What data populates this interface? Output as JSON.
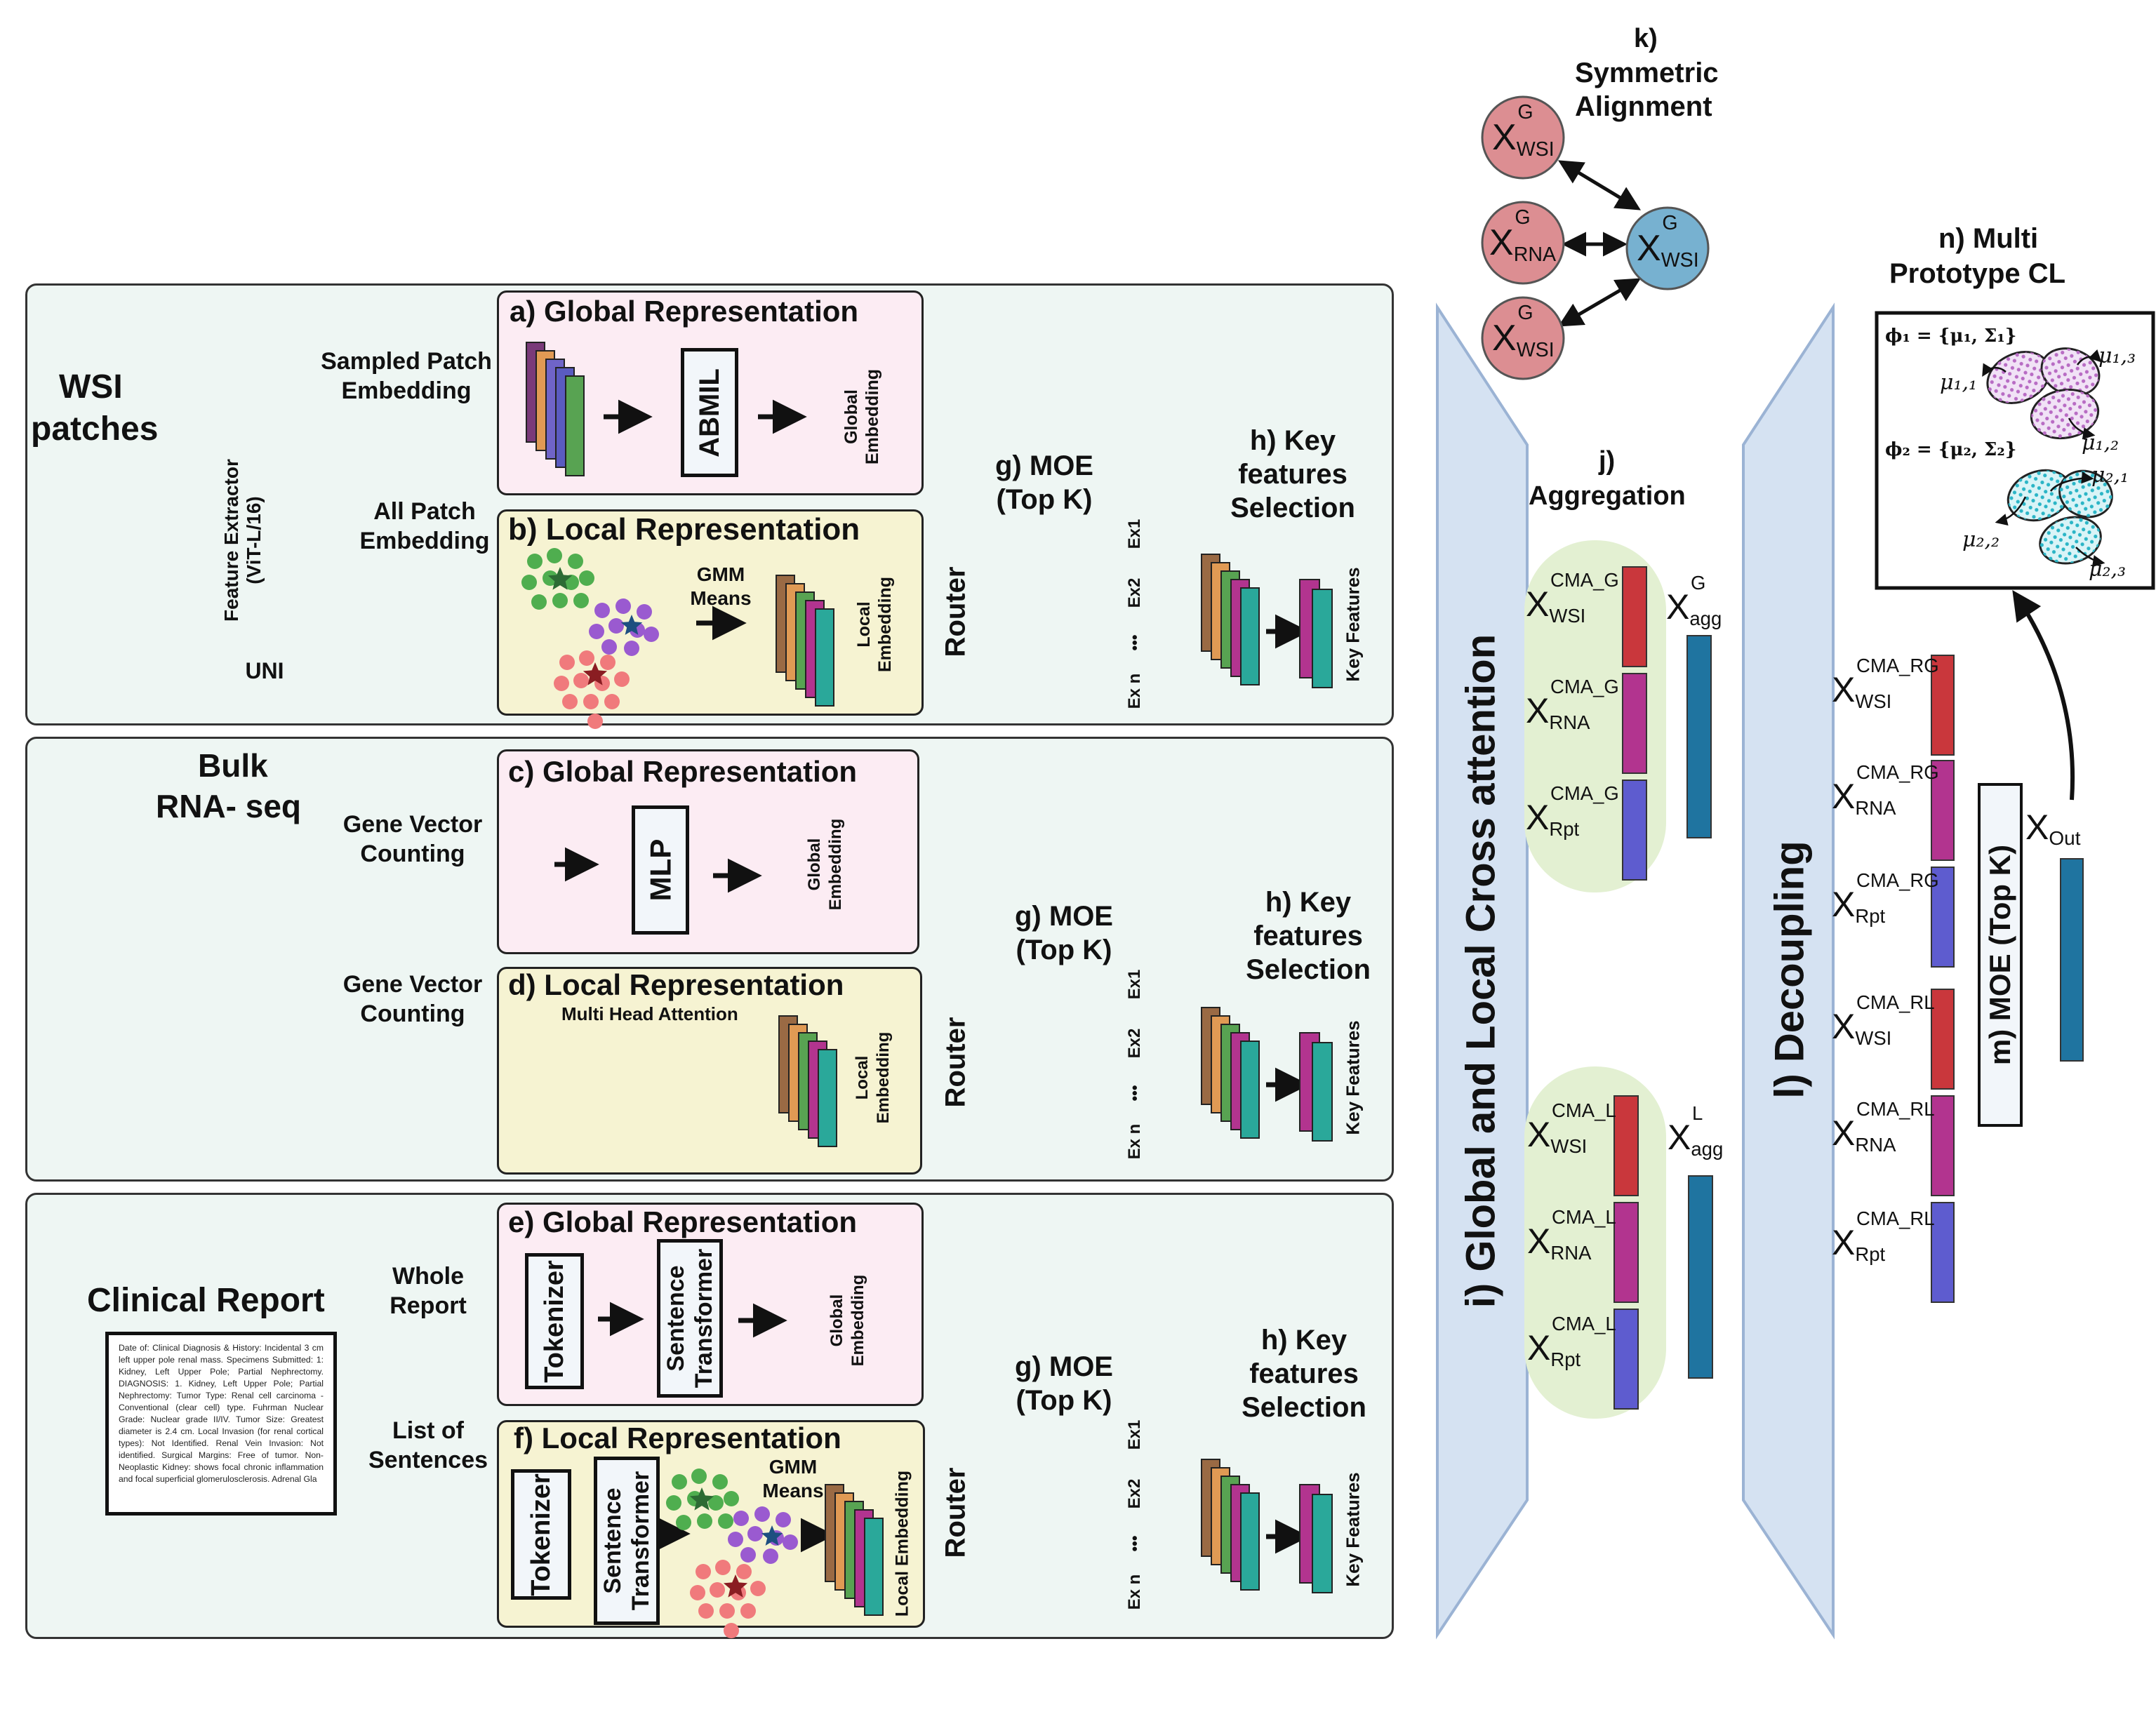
{
  "colors": {
    "panel_bg": "#eef6f3",
    "pink_box": "#fcecf3",
    "yellow_box": "#f6f3d2",
    "red_bar": "#c9373c",
    "magenta_bar": "#b2348f",
    "blue_bar": "#5e5ccf",
    "teal_bar": "#1f74a0",
    "trapezoid": "#d5e2f2",
    "node_red": "#dc8e92",
    "node_blue": "#77b1d0"
  },
  "icons": [
    "black-right-arrow-icon",
    "padlock-icon",
    "star-icon",
    "curved-arrow-icon"
  ],
  "wsi": {
    "title_1": "WSI",
    "title_2": "patches",
    "extractor_1": "Feature Extractor",
    "extractor_2": "(ViT-L/16)",
    "uni": "UNI",
    "sampled_1": "Sampled Patch",
    "sampled_2": "Embedding",
    "all_1": "All Patch",
    "all_2": "Embedding",
    "global_title": "a) Global Representation",
    "abmil": "ABMIL",
    "global_emb_1": "Global",
    "global_emb_2": "Embedding",
    "local_title": "b) Local Representation",
    "gmm_1": "GMM",
    "gmm_2": "Means",
    "local_emb_1": "Local",
    "local_emb_2": "Embedding"
  },
  "rna": {
    "title_1": "Bulk",
    "title_2": "RNA- seq",
    "gene1_1": "Gene Vector",
    "gene1_2": "Counting",
    "gene2_1": "Gene Vector",
    "gene2_2": "Counting",
    "global_title": "c) Global Representation",
    "mlp": "MLP",
    "global_emb_1": "Global",
    "global_emb_2": "Embedding",
    "local_title": "d) Local Representation",
    "mha": "Multi Head Attention",
    "local_emb_1": "Local",
    "local_emb_2": "Embedding"
  },
  "report": {
    "title": "Clinical Report",
    "text": "Date of: Clinical Diagnosis & History: Incidental 3 cm left upper pole renal mass. Specimens Submitted: 1: Kidney, Left Upper Pole; Partial Nephrectomy. DIAGNOSIS: 1. Kidney, Left Upper Pole; Partial Nephrectomy: Tumor Type: Renal cell carcinoma - Conventional (clear cell) type. Fuhrman Nuclear Grade: Nuclear grade II/IV. Tumor Size: Greatest diameter is 2.4 cm. Local Invasion (for renal cortical types): Not Identified. Renal Vein Invasion: Not identified. Surgical Margins: Free of tumor. Non-Neoplastic Kidney: shows focal chronic inflammation and focal superficial glomerulosclerosis. Adrenal Gla",
    "whole_1": "Whole",
    "whole_2": "Report",
    "list_1": "List of",
    "list_2": "Sentences",
    "global_title": "e) Global Representation",
    "tokenizer": "Tokenizer",
    "st_1": "Sentence",
    "st_2": "Transformer",
    "global_emb_1": "Global",
    "global_emb_2": "Embedding",
    "local_title": "f) Local Representation",
    "gmm_1": "GMM",
    "gmm_2": "Means",
    "local_emb": "Local Embedding"
  },
  "moe": {
    "title_1": "g) MOE",
    "title_2": "(Top K)",
    "router": "Router",
    "ex1": "Ex1",
    "ex2": "Ex2",
    "dots": "•••",
    "exn": "Ex n"
  },
  "key": {
    "title_1": "h) Key",
    "title_2": "features",
    "title_3": "Selection",
    "label": "Key Features"
  },
  "cross_attention": "i) Global and Local Cross attention",
  "aggregation": {
    "title_1": "j)",
    "title_2": "Aggregation",
    "x": "X",
    "g_sup": "CMA_G",
    "l_sup": "CMA_L",
    "wsi": "WSI",
    "rna": "RNA",
    "rpt": "Rpt",
    "agg_sup_g": "G",
    "agg_sup_l": "L",
    "agg": "agg"
  },
  "alignment": {
    "title_1": "k)",
    "title_2": "Symmetric",
    "title_3": "Alignment",
    "x": "X",
    "sup": "G",
    "wsi": "WSI",
    "rna": "RNA"
  },
  "decoupling": {
    "title": "l) Decoupling",
    "x": "X",
    "rg_sup": "CMA_RG",
    "rl_sup": "CMA_RL",
    "wsi": "WSI",
    "rna": "RNA",
    "rpt": "Rpt",
    "moe": "m) MOE (Top K)",
    "out": "Out"
  },
  "prototype": {
    "title_1": "n) Multi",
    "title_2": "Prototype CL",
    "phi1": "ϕ₁ = {μ₁, Σ₁}",
    "phi2": "ϕ₂ = {μ₂, Σ₂}",
    "mu11": "μ₁,₁",
    "mu12": "μ₁,₂",
    "mu13": "μ₁,₃",
    "mu21": "μ₂,₁",
    "mu22": "μ₂,₂",
    "mu23": "μ₂,₃"
  }
}
